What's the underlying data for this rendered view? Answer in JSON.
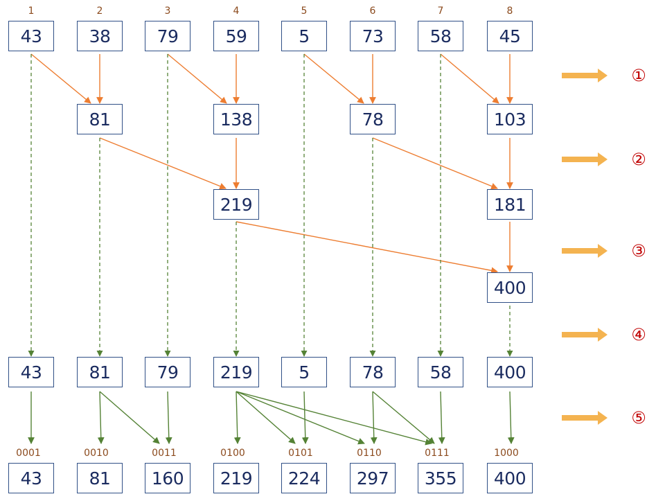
{
  "colors": {
    "sum_arrow": "#ed7d31",
    "copy_arrow": "#548235",
    "box_border": "#2f4f86",
    "box_text": "#1a2b5f",
    "index_text": "#8b4a1d",
    "step_arrow": "#f4b350",
    "step_text": "#c00000"
  },
  "top_indices": [
    "1",
    "2",
    "3",
    "4",
    "5",
    "6",
    "7",
    "8"
  ],
  "bottom_indices": [
    "0001",
    "0010",
    "0011",
    "0100",
    "0101",
    "0110",
    "0111",
    "1000"
  ],
  "levels": {
    "row0": [
      "43",
      "38",
      "79",
      "59",
      "5",
      "73",
      "58",
      "45"
    ],
    "row1": [
      "81",
      "138",
      "78",
      "103"
    ],
    "row2": [
      "219",
      "181"
    ],
    "row3": [
      "400"
    ]
  },
  "tree_array": [
    "43",
    "81",
    "79",
    "219",
    "5",
    "78",
    "58",
    "400"
  ],
  "prefix_sums": [
    "43",
    "81",
    "160",
    "219",
    "224",
    "297",
    "355",
    "400"
  ],
  "steps": [
    "①",
    "②",
    "③",
    "④",
    "⑤"
  ]
}
